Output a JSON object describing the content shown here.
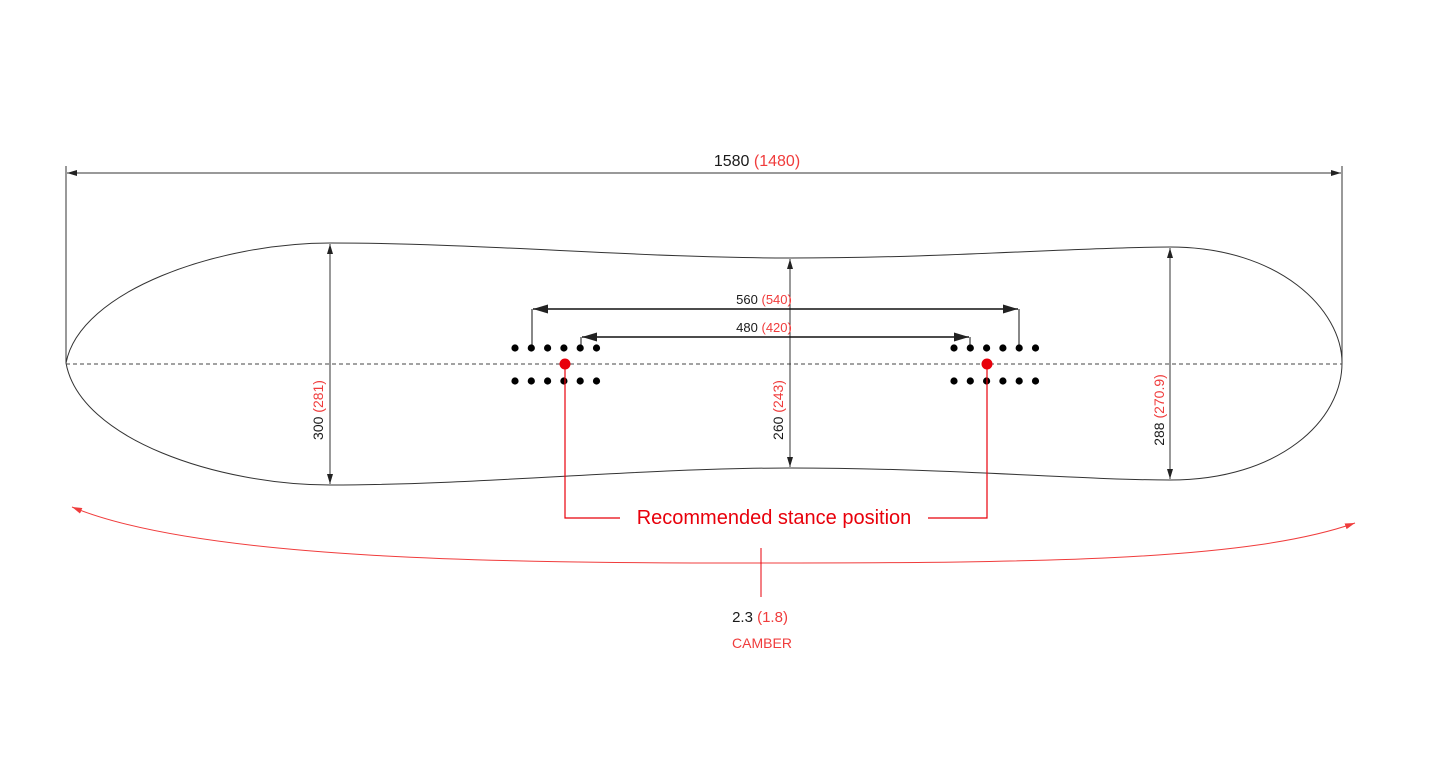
{
  "dimensions": {
    "length": {
      "value": "1580",
      "alt": "(1480)"
    },
    "outer_stance": {
      "value": "560",
      "alt": "(540)"
    },
    "inner_stance": {
      "value": "480",
      "alt": "(420)"
    },
    "nose_width": {
      "value": "300",
      "alt": "(281)"
    },
    "waist_width": {
      "value": "260",
      "alt": "(243)"
    },
    "tail_width": {
      "value": "288",
      "alt": "(270.9)"
    },
    "camber": {
      "value": "2.3",
      "alt": "(1.8)",
      "label": "CAMBER"
    }
  },
  "callout": {
    "label": "Recommended stance position"
  },
  "colors": {
    "primary": "#1a1a1a",
    "alt": "#f03c3c",
    "accent": "#e8000b"
  }
}
